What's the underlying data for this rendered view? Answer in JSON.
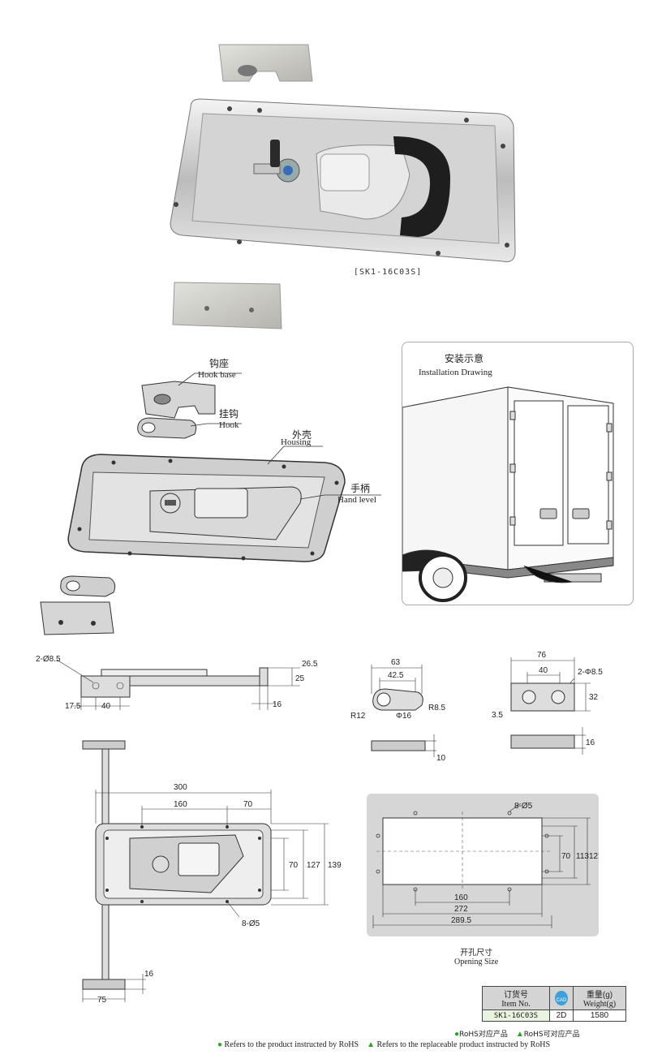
{
  "product_code_caption": "[SK1-16C03S]",
  "parts": {
    "hook_base_cn": "钩座",
    "hook_base_en": "Hook base",
    "hook_cn": "挂钩",
    "hook_en": "Hook",
    "housing_cn": "外壳",
    "housing_en": "Housing",
    "hand_level_cn": "手柄",
    "hand_level_en": "Hand level"
  },
  "installation": {
    "title_cn": "安装示意",
    "title_en": "Installation Drawing"
  },
  "side_view": {
    "holes": "2-Ø8.5",
    "d_265": "26.5",
    "d_25": "25",
    "d_175": "17.5",
    "d_40": "40",
    "d_16": "16"
  },
  "hook_view": {
    "d_63": "63",
    "d_425": "42.5",
    "r12": "R12",
    "phi16": "Φ16",
    "r85": "R8.5",
    "d_10": "10"
  },
  "base_view": {
    "d_76": "76",
    "d_40": "40",
    "holes": "2-Φ8.5",
    "d_32": "32",
    "d_35": "3.5",
    "d_16": "16"
  },
  "front_view": {
    "d_300": "300",
    "d_160": "160",
    "d_70": "70",
    "d_70v": "70",
    "d_127": "127",
    "d_139": "139",
    "holes": "8-Ø5",
    "d_16": "16",
    "d_75": "75"
  },
  "opening": {
    "holes": "8-Ø5",
    "d_70": "70",
    "d_113": "113",
    "d_127": "127",
    "d_160": "160",
    "d_272": "272",
    "d_2895": "289.5",
    "title_cn": "开孔尺寸",
    "title_en": "Opening Size"
  },
  "spec_table": {
    "h_item_cn": "订货号",
    "h_item_en": "Item No.",
    "h_cad": "CAD",
    "h_weight_cn": "重量(g)",
    "h_weight_en": "Weight(g)",
    "item_no": "SK1-16C03S",
    "cad": "2D",
    "weight": "1580"
  },
  "legend": {
    "rohs_cn": "RoHS对应产品",
    "rohs_replace_cn": "RoHS可对应产品",
    "rohs_en": "Refers to the product instructed by RoHS",
    "rohs_replace_en": "Refers to the replaceable product instructed by RoHS"
  },
  "colors": {
    "rohs_green": "#2aa52a",
    "metal": "#c8c8c8",
    "gasket": "#222222"
  }
}
